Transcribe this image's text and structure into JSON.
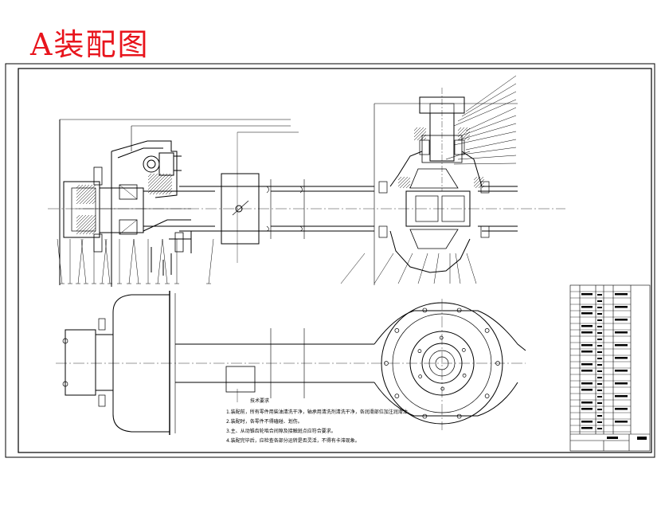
{
  "page": {
    "title": "A装配图"
  },
  "drawing": {
    "subject": "drive axle assembly drawing",
    "line_color": "#000000",
    "title_color": "#e8141c",
    "background": "#ffffff"
  },
  "notes": {
    "heading": "技术要求",
    "lines": [
      "1.装配前，所有零件用柴油清洗干净，轴承用清洗剂清洗干净，各润滑部位加注润滑油。",
      "2.装配时，各零件不得磕碰、划伤。",
      "3.主、从动锥齿轮啮合间隙及接触斑点应符合要求。",
      "4.装配完毕后，应检查各部分运转是否灵活，不得有卡滞现象。"
    ]
  }
}
